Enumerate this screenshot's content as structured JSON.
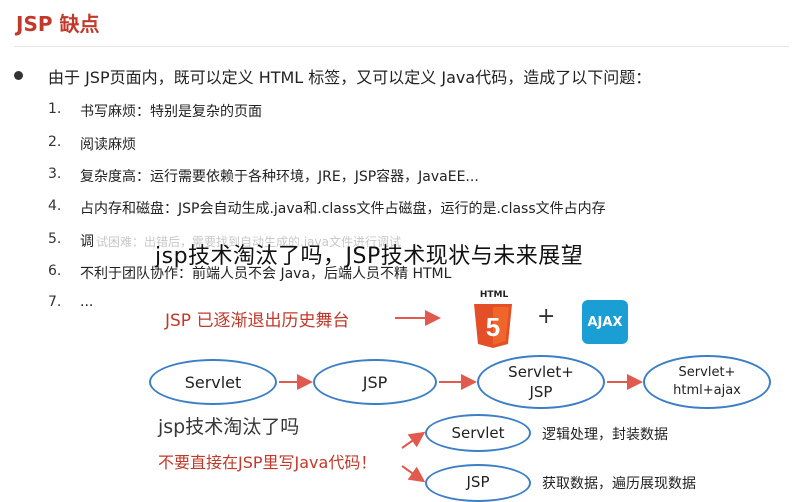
{
  "slide": {
    "title": "JSP 缺点",
    "bullet": "由于 JSP页面内，既可以定义 HTML 标签，又可以定义 Java代码，造成了以下问题：",
    "items": [
      {
        "num": "1.",
        "text": "书写麻烦：特别是复杂的页面"
      },
      {
        "num": "2.",
        "text": "阅读麻烦"
      },
      {
        "num": "3.",
        "text": "复杂度高：运行需要依赖于各种环境，JRE，JSP容器，JavaEE..."
      },
      {
        "num": "4.",
        "text": "占内存和磁盘：JSP会自动生成.java和.class文件占磁盘，运行的是.class文件占内存"
      },
      {
        "num": "5.",
        "text": "调"
      },
      {
        "num": "6.",
        "text": "不利于团队协作：前端人员不会 Java，后端人员不精 HTML"
      },
      {
        "num": "7.",
        "text": "..."
      }
    ],
    "item5_faint": "试困难：出错后，需要找到自动生成的.java文件进行调试"
  },
  "overlay_title": "jsp技术淘汰了吗，JSP技术现状与未来展望",
  "diagram": {
    "stage_label": "JSP 已逐渐退出历史舞台",
    "html5_label": "HTML",
    "html5_glyph": "5",
    "plus": "+",
    "ajax_label": "AJAX",
    "flow": [
      "Servlet",
      "JSP",
      "Servlet+\nJSP",
      "Servlet+\nhtml+ajax"
    ],
    "no_java_label": "不要直接在JSP里写Java代码！",
    "branches": [
      {
        "node": "Servlet",
        "desc": "逻辑处理，封装数据"
      },
      {
        "node": "JSP",
        "desc": "获取数据，遍历展现数据"
      }
    ],
    "watermark": "jsp技术淘汰了吗",
    "colors": {
      "accent_red": "#c0392b",
      "node_blue": "#3d7fc6",
      "arrow_red": "#e05a4f",
      "ajax_blue": "#1b9ed4",
      "html5_orange": "#e34f26"
    }
  }
}
